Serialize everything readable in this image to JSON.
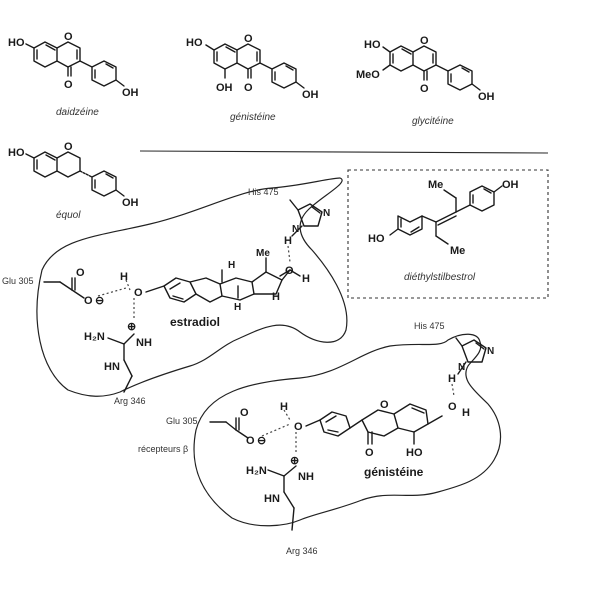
{
  "structures": {
    "daidzeine": {
      "name": "daidzéine",
      "ho": "HO",
      "o": "O",
      "carbonyl_o": "O",
      "oh": "OH"
    },
    "genisteine": {
      "name": "génistéine",
      "ho": "HO",
      "o": "O",
      "carbonyl_o": "O",
      "oh": "OH",
      "oh5": "OH"
    },
    "glyciteine": {
      "name": "glycitéine",
      "ho": "HO",
      "meo": "MeO",
      "o": "O",
      "carbonyl_o": "O",
      "oh": "OH"
    },
    "equol": {
      "name": "équol",
      "ho": "HO",
      "o": "O",
      "oh": "OH"
    },
    "diethylstilbestrol": {
      "name": "diéthylstilbestrol",
      "me1": "Me",
      "me2": "Me",
      "oh": "OH",
      "ho": "HO"
    }
  },
  "receptor_alpha": {
    "his": "His 475",
    "glu": "Glu 305",
    "arg": "Arg 346",
    "ligand": "estradiol",
    "h_n": "H",
    "n1": "N",
    "n2": "N",
    "o_his": "O",
    "h1": "H",
    "h2": "H",
    "glu_o1": "O",
    "glu_o2": "O",
    "minus": "⊖",
    "oh_h": "H",
    "oh_o": "O",
    "plus": "⊕",
    "h2n": "H₂N",
    "nh": "NH",
    "hn": "HN",
    "steroid_h1": "H",
    "steroid_h2": "H",
    "steroid_me": "Me"
  },
  "receptor_beta": {
    "title": "récepteurs β",
    "his": "His 475",
    "glu": "Glu 305",
    "arg": "Arg 346",
    "ligand": "génistéine",
    "h_n": "H",
    "n1": "N",
    "n2": "N",
    "o_his": "O",
    "h_his": "H",
    "glu_o1": "O",
    "glu_o2": "O",
    "minus": "⊖",
    "oh_h": "H",
    "oh_o": "O",
    "o_ring": "O",
    "carbonyl_o": "O",
    "ho": "HO",
    "plus": "⊕",
    "h2n": "H₂N",
    "nh": "NH",
    "hn": "HN"
  }
}
